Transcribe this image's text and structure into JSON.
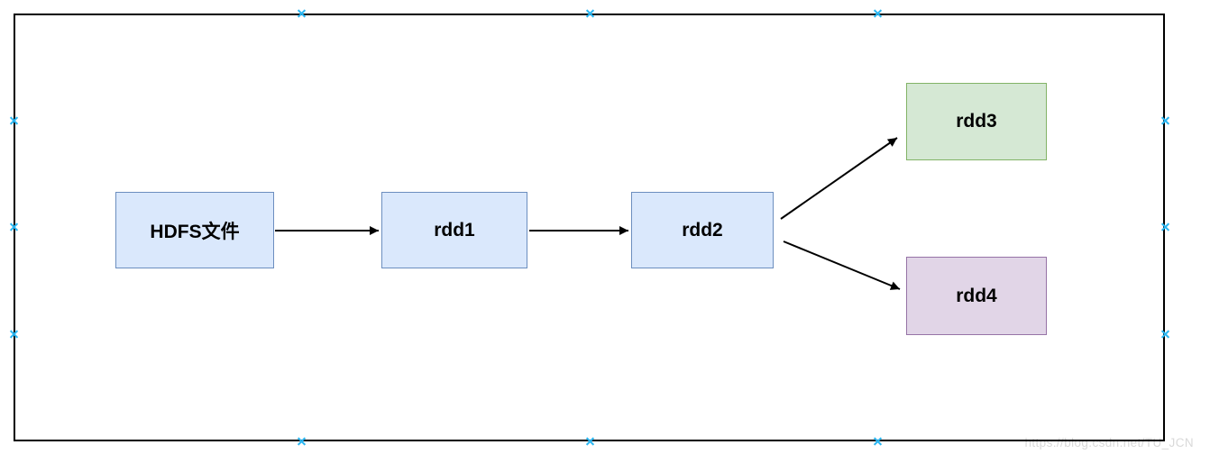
{
  "diagram": {
    "kind": "flowchart",
    "container": {
      "stroke": "#000000"
    },
    "nodes": [
      {
        "id": "hdfs",
        "label": "HDFS文件",
        "fill": "#dae8fc",
        "stroke": "#6c8ebf"
      },
      {
        "id": "rdd1",
        "label": "rdd1",
        "fill": "#dae8fc",
        "stroke": "#6c8ebf"
      },
      {
        "id": "rdd2",
        "label": "rdd2",
        "fill": "#dae8fc",
        "stroke": "#6c8ebf"
      },
      {
        "id": "rdd3",
        "label": "rdd3",
        "fill": "#d5e8d4",
        "stroke": "#82b366"
      },
      {
        "id": "rdd4",
        "label": "rdd4",
        "fill": "#e1d5e7",
        "stroke": "#9673a6"
      }
    ],
    "edges": [
      {
        "from": "HDFS文件",
        "to": "rdd1"
      },
      {
        "from": "rdd1",
        "to": "rdd2"
      },
      {
        "from": "rdd2",
        "to": "rdd3"
      },
      {
        "from": "rdd2",
        "to": "rdd4"
      }
    ],
    "connection_points": {
      "color": "#29b6f2",
      "count": 12
    }
  },
  "watermark": {
    "text": "https://blog.csdn.net/TU_JCN",
    "color": "#d9d9d9"
  }
}
